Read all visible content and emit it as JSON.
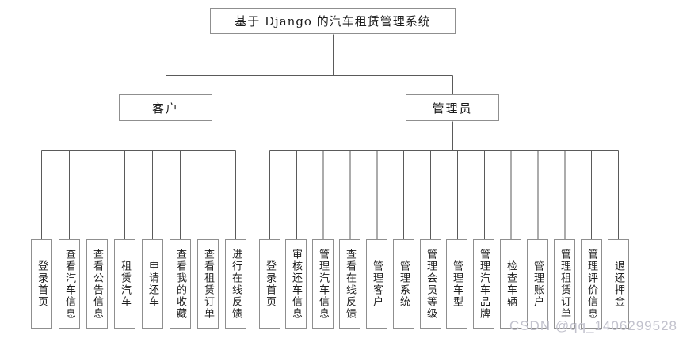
{
  "diagram": {
    "root": {
      "label": "基于 Django 的汽车租赁管理系统"
    },
    "branches": [
      {
        "label": "客户",
        "children": [
          "登录首页",
          "查看汽车信息",
          "查看公告信息",
          "租赁汽车",
          "申请还车",
          "查看我的收藏",
          "查看租赁订单",
          "进行在线反馈"
        ]
      },
      {
        "label": "管理员",
        "children": [
          "登录首页",
          "审核还车信息",
          "管理汽车信息",
          "查看在线反馈",
          "管理客户",
          "管理系统",
          "管理会员等级",
          "管理车型",
          "管理汽车品牌",
          "检查车辆",
          "管理账户",
          "管理租赁订单",
          "管理评价信息",
          "退还押金"
        ]
      }
    ]
  },
  "watermark": "CSDN @qq_1406299528",
  "colors": {
    "background": "#ffffff",
    "box_border": "#8f8f8f",
    "line": "#5a5a5a",
    "text": "#1c1c1c",
    "watermark": "#c2c2cd"
  }
}
